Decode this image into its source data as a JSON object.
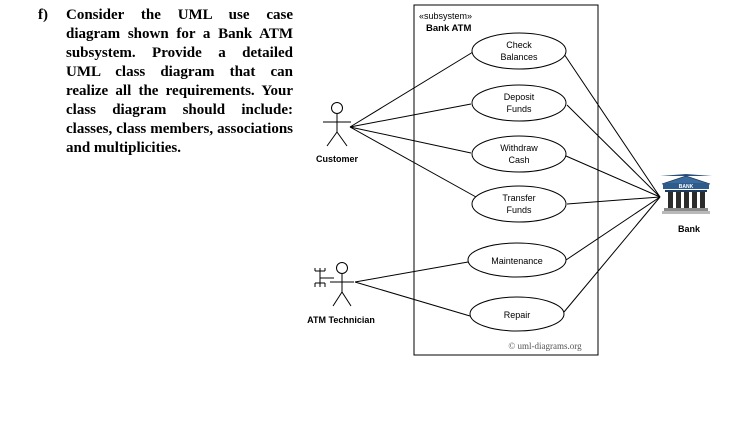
{
  "question": {
    "label": "f)",
    "text": "Consider the UML use case diagram shown for a Bank ATM subsystem. Provide a detailed UML class diagram that can realize all the requirements. Your class diagram should include: classes, class members, associations and multiplicities."
  },
  "diagram": {
    "stereotype": "«subsystem»",
    "subsystem_name": "Bank ATM",
    "use_cases": {
      "check_balances": [
        "Check",
        "Balances"
      ],
      "deposit_funds": [
        "Deposit",
        "Funds"
      ],
      "withdraw_cash": [
        "Withdraw",
        "Cash"
      ],
      "transfer_funds": [
        "Transfer",
        "Funds"
      ],
      "maintenance": [
        "Maintenance"
      ],
      "repair": [
        "Repair"
      ]
    },
    "actors": {
      "customer": "Customer",
      "technician": "ATM Technician",
      "bank": "Bank",
      "bank_icon_text": "BANK"
    },
    "watermark": "© uml-diagrams.org"
  }
}
